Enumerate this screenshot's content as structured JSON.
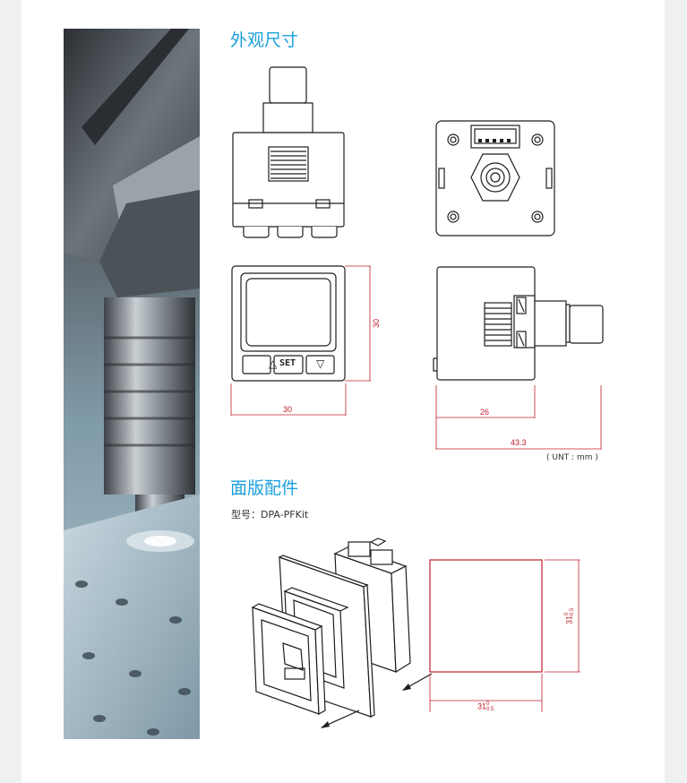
{
  "headings": {
    "dimensions": "外观尺寸",
    "panel_accessory": "面版配件"
  },
  "model_label": "型号：DPA-PFKit",
  "unit_label": "( UNT : mm )",
  "buttons": {
    "up": "△",
    "set": "SET",
    "down": "▽"
  },
  "dimensions": {
    "front_height": "30",
    "front_width": "30",
    "side_body": "26",
    "side_total": "43.3",
    "cutout_height": "31",
    "cutout_width": "31",
    "tol_upper": "0",
    "tol_lower": "0.5"
  },
  "colors": {
    "heading": "#1aa0dc",
    "dimension": "#c0202a",
    "line": "#1e1e1e"
  }
}
